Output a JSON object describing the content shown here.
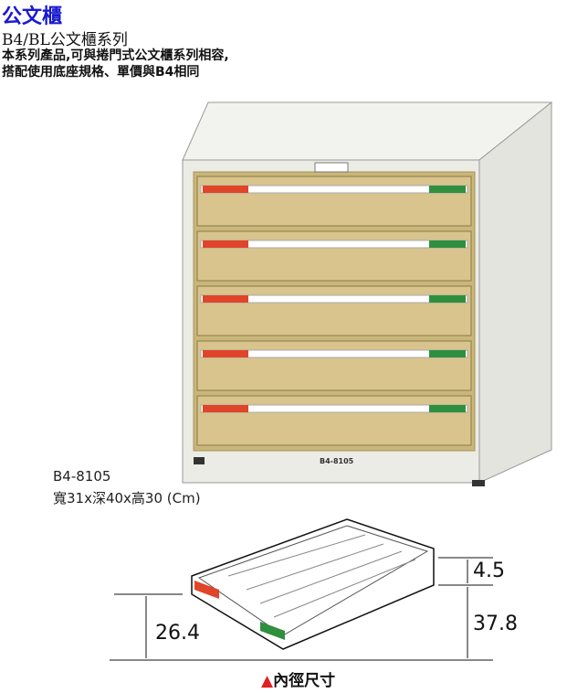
{
  "header": {
    "title": "公文櫃",
    "subtitle": "B4/BL公文櫃系列",
    "description_line1": "本系列產品,可與捲門式公文櫃系列相容,",
    "description_line2": "搭配使用底座規格、單價與B4相同"
  },
  "product": {
    "model": "B4-8105",
    "dimensions": "寬31x深40x高30 (Cm)",
    "front_label": "B4-8105",
    "drawer_count": 5
  },
  "diagram": {
    "dim_top": "4.5",
    "dim_right": "37.8",
    "dim_left": "26.4",
    "caption": "內徑尺寸",
    "caption_marker": "▲"
  },
  "colors": {
    "title": "#1a1ad0",
    "drawer": "#d8c48c",
    "cabinet": "#ecece6",
    "red_tab": "#e0452a",
    "green_tab": "#2f8f3f"
  }
}
